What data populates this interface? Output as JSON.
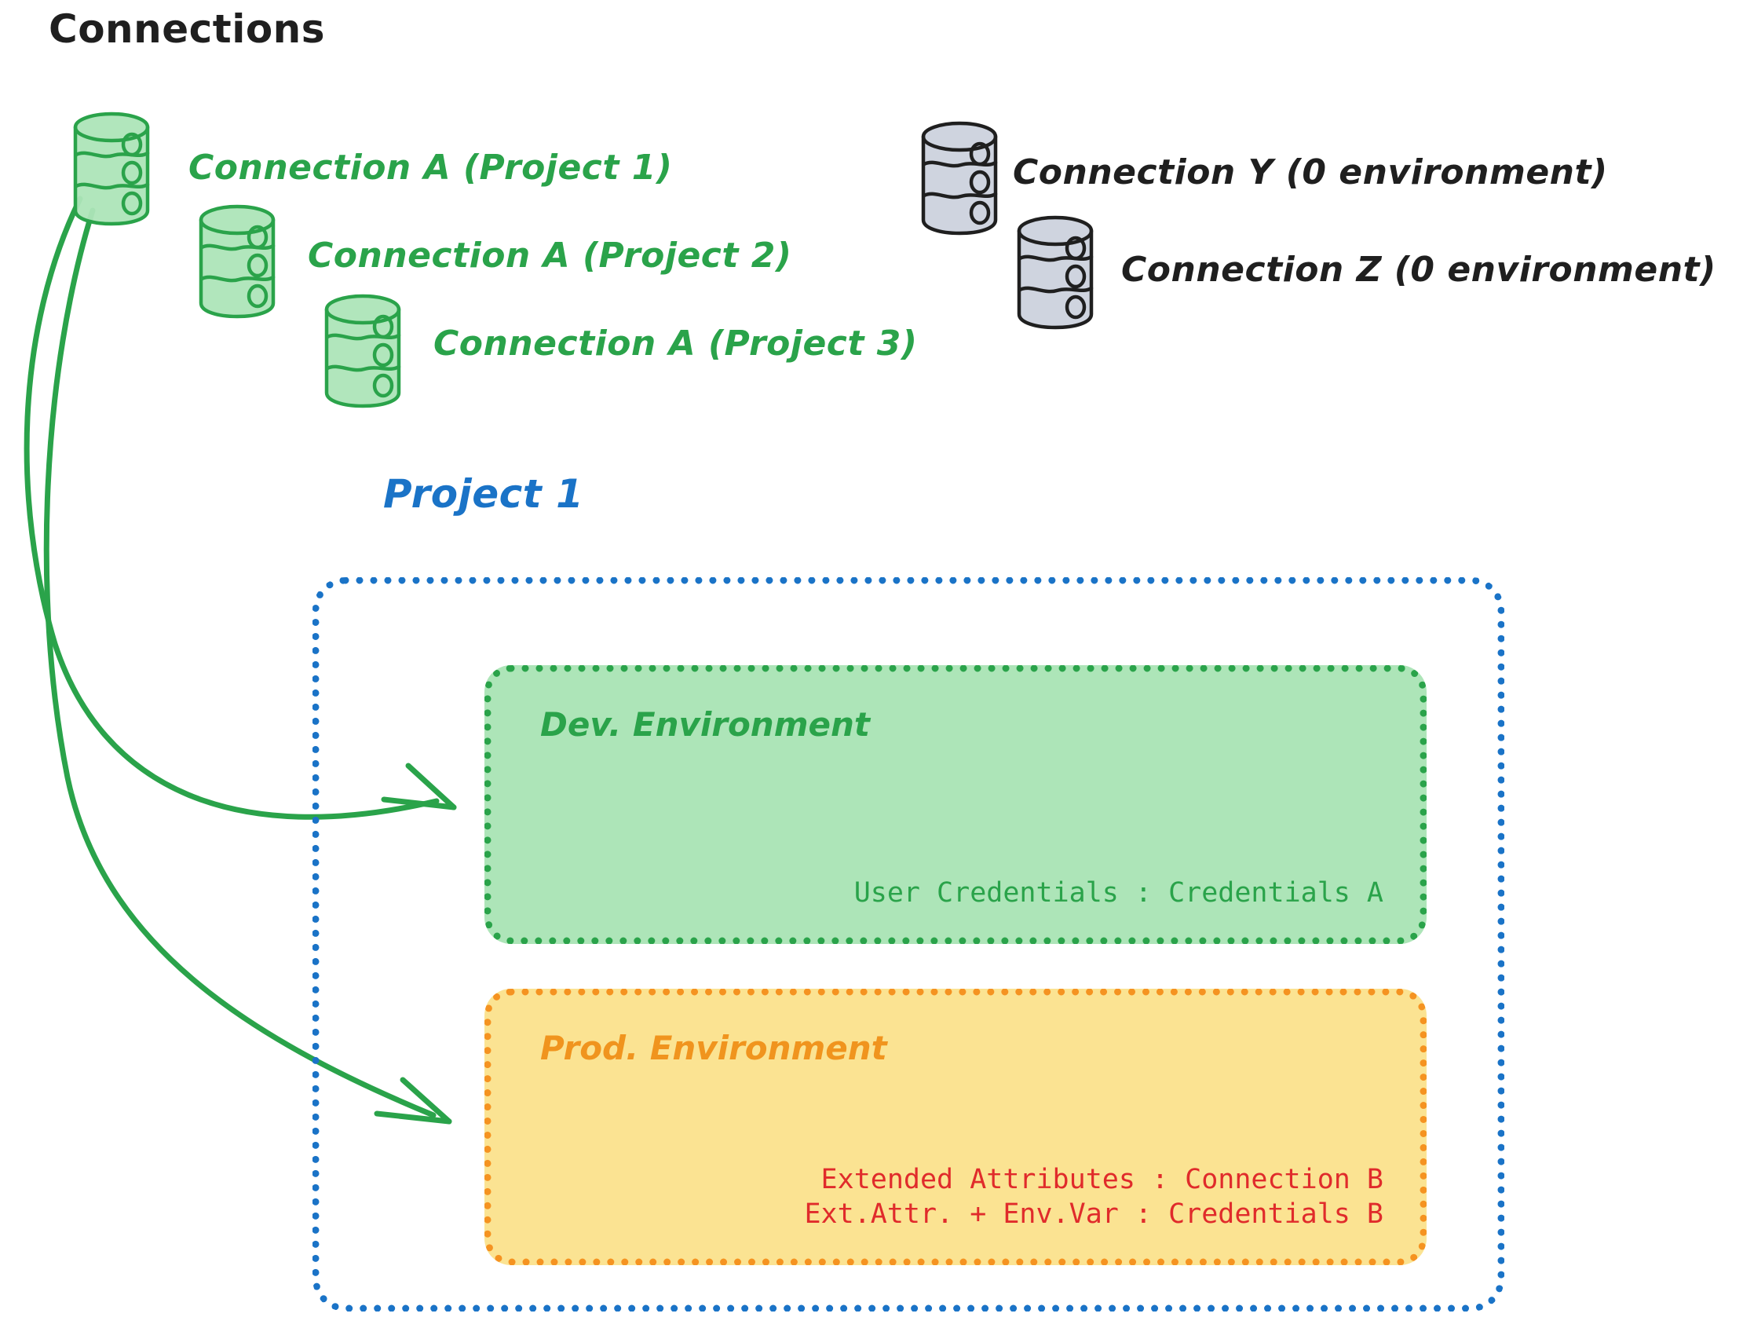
{
  "heading": {
    "text": "Connections"
  },
  "connections": [
    {
      "id": "a1",
      "label": "Connection A (Project 1)",
      "color": "green",
      "icon": "database-icon"
    },
    {
      "id": "a2",
      "label": "Connection A (Project 2)",
      "color": "green",
      "icon": "database-icon"
    },
    {
      "id": "a3",
      "label": "Connection A (Project 3)",
      "color": "green",
      "icon": "database-icon"
    },
    {
      "id": "y",
      "label": "Connection Y (0 environment)",
      "color": "grey",
      "icon": "database-icon"
    },
    {
      "id": "z",
      "label": "Connection Z (0 environment)",
      "color": "grey",
      "icon": "database-icon"
    }
  ],
  "project": {
    "title": "Project 1",
    "environments": [
      {
        "id": "dev",
        "title": "Dev. Environment",
        "details": [
          "User Credentials : Credentials A"
        ]
      },
      {
        "id": "prod",
        "title": "Prod. Environment",
        "details": [
          "Extended Attributes : Connection B",
          "Ext.Attr. + Env.Var : Credentials B"
        ]
      }
    ]
  },
  "arrows": [
    {
      "id": "arrow-to-dev",
      "from": "Connection A (Project 1)",
      "to": "Dev. Environment"
    },
    {
      "id": "arrow-to-prod",
      "from": "Connection A (Project 1)",
      "to": "Prod. Environment"
    }
  ],
  "colors": {
    "green_stroke": "#2aa34a",
    "green_fill": "#ade5b8",
    "grey_stroke": "#1f1f1f",
    "grey_fill": "#ccd2dd",
    "blue": "#1a73c7",
    "orange_stroke": "#f59321",
    "orange_title": "#f0941e",
    "orange_fill": "#fbe392",
    "red": "#e02b2b",
    "black": "#1f1f1f",
    "background": "#ffffff"
  }
}
